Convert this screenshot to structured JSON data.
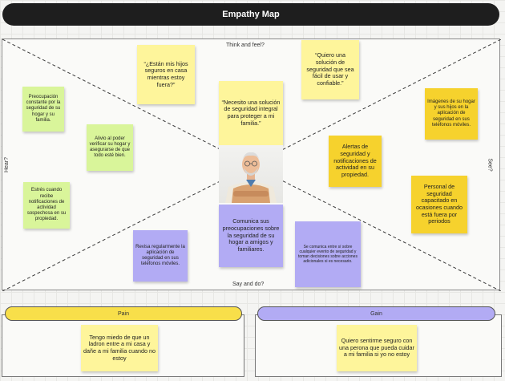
{
  "title": "Empathy Map",
  "quadrants": {
    "top": "Think and feel?",
    "bottom": "Say and do?",
    "left": "Hear?",
    "right": "See?"
  },
  "notes": {
    "think_1": "“¿Están mis hijos seguros en casa mientras estoy fuera?”",
    "think_2": "“Quiero una solución de seguridad que sea fácil de usar y confiable.”",
    "think_3": "“Necesito una solución de seguridad integral para proteger a mi familia.”",
    "hear_1": "Preocupación constante por la seguridad de su hogar y su familia.",
    "hear_2": "Alivio al poder verificar su hogar y asegurarse de que todo esté bien.",
    "hear_3": "Estrés cuando recibe notificaciones de actividad sospechosa en su propiedad.",
    "see_1": "Imágenes de su hogar y sus hijos en la aplicación de seguridad en sus teléfonos móviles.",
    "see_2": "Alertas de seguridad y notificaciones de actividad en su propiedad.",
    "see_3": "Personal de seguridad capacitado en ocasiones cuando está fuera por periodos",
    "say_1": "Comunica sus preocupaciones sobre la seguridad de su hogar a amigos y familiares.",
    "say_2": "Revisa regularmente la aplicación de seguridad en sus teléfonos móviles.",
    "say_3": "Se comunica entre sí sobre cualquier evento de seguridad y toman decisiones sobre acciones adicionales si es necesario."
  },
  "pain": {
    "label": "Pain",
    "note": "Tengo miedo de que un ladron entre a mi casa y dañe a mi familia cuando no estoy"
  },
  "gain": {
    "label": "Gain",
    "note": "Quiero sentirme seguro con una perona que pueda cuidar a mi familia si yo no estoy"
  },
  "colors": {
    "yellow": "#fef59b",
    "gold": "#f6d22d",
    "green": "#d9f59a",
    "purple": "#b2abf4",
    "pain_pill": "#f8df4a",
    "title_bar": "#1e1e1e"
  }
}
